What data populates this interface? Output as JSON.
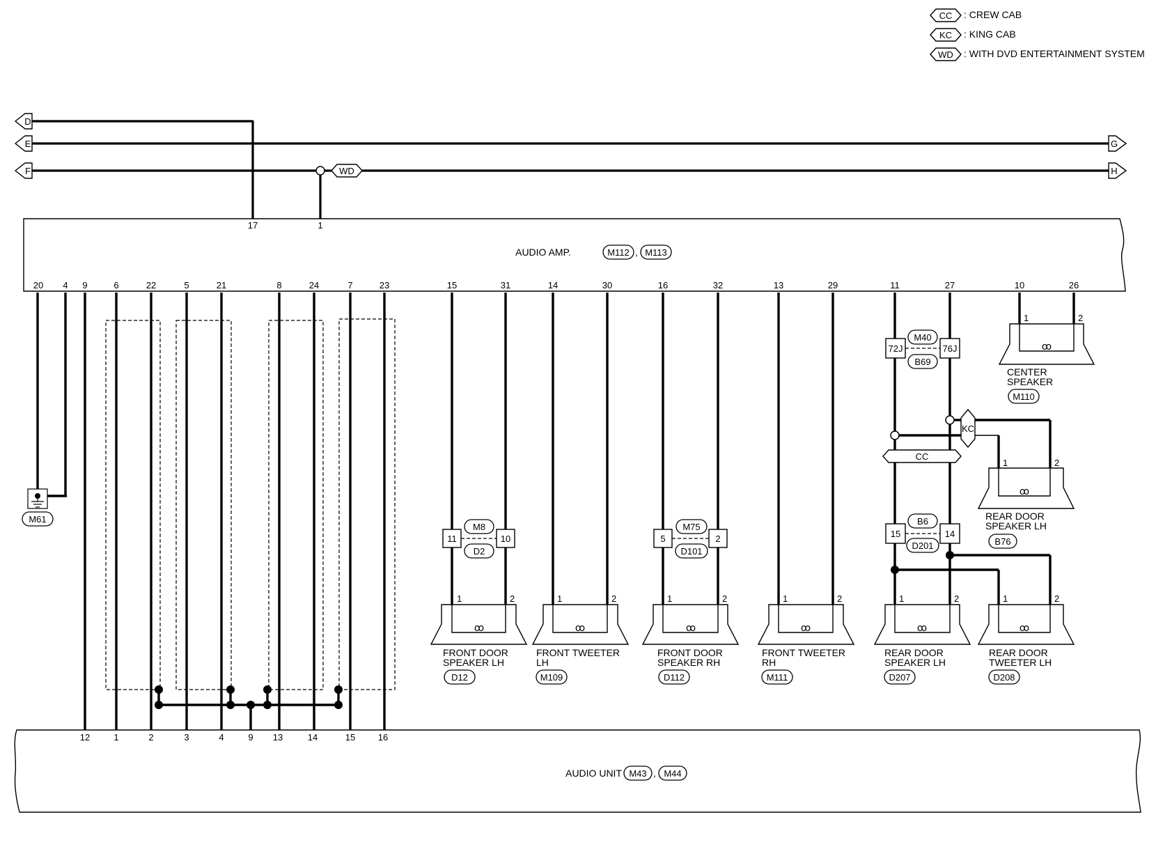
{
  "legend": [
    {
      "code": "CC",
      "text": ": CREW CAB"
    },
    {
      "code": "KC",
      "text": ": KING CAB"
    },
    {
      "code": "WD",
      "text": ": WITH DVD ENTERTAINMENT SYSTEM"
    }
  ],
  "arrows": {
    "D": "D",
    "E": "E",
    "F": "F",
    "G": "G",
    "H": "H"
  },
  "wd_tag": "WD",
  "amp": {
    "label": "AUDIO AMP.",
    "connectors": [
      "M112",
      "M113"
    ],
    "top_pins": [
      "17",
      "1"
    ],
    "bottom_pins": [
      "20",
      "4",
      "9",
      "6",
      "22",
      "5",
      "21",
      "8",
      "24",
      "7",
      "23",
      "15",
      "31",
      "14",
      "30",
      "16",
      "32",
      "13",
      "29",
      "11",
      "27",
      "10",
      "26"
    ]
  },
  "unit": {
    "label": "AUDIO UNIT",
    "connectors": [
      "M43",
      "M44"
    ],
    "pins": [
      "12",
      "1",
      "2",
      "3",
      "4",
      "9",
      "13",
      "14",
      "15",
      "16"
    ]
  },
  "ground": {
    "connector": "M61"
  },
  "joints": {
    "m8": {
      "left": "11",
      "right": "10",
      "top": "M8",
      "bottom": "D2"
    },
    "m75": {
      "left": "5",
      "right": "2",
      "top": "M75",
      "bottom": "D101"
    },
    "m40": {
      "left": "72J",
      "right": "76J",
      "top": "M40",
      "bottom": "B69"
    },
    "b6": {
      "left": "15",
      "right": "14",
      "top": "B6",
      "bottom": "D201"
    }
  },
  "speakers": [
    {
      "line1": "FRONT DOOR",
      "line2": "SPEAKER LH",
      "connector": "D12",
      "p1": "1",
      "p2": "2"
    },
    {
      "line1": "FRONT TWEETER",
      "line2": "LH",
      "connector": "M109",
      "p1": "1",
      "p2": "2"
    },
    {
      "line1": "FRONT DOOR",
      "line2": "SPEAKER RH",
      "connector": "D112",
      "p1": "1",
      "p2": "2"
    },
    {
      "line1": "FRONT TWEETER",
      "line2": "RH",
      "connector": "M111",
      "p1": "1",
      "p2": "2"
    },
    {
      "line1": "REAR DOOR",
      "line2": "SPEAKER LH",
      "connector": "D207",
      "p1": "1",
      "p2": "2"
    },
    {
      "line1": "REAR DOOR",
      "line2": "TWEETER LH",
      "connector": "D208",
      "p1": "1",
      "p2": "2"
    },
    {
      "line1": "CENTER",
      "line2": "SPEAKER",
      "connector": "M110",
      "p1": "1",
      "p2": "2"
    },
    {
      "line1": "REAR DOOR",
      "line2": "SPEAKER LH",
      "connector": "B76",
      "p1": "1",
      "p2": "2"
    }
  ],
  "tags": {
    "cc": "CC",
    "kc": "KC"
  },
  "speaker_symbol": "ꝏ"
}
